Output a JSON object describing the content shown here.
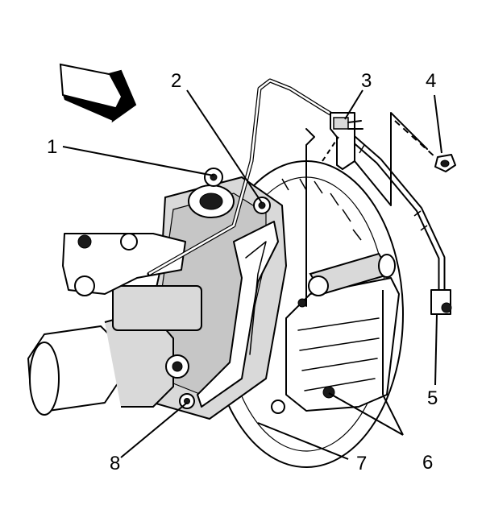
{
  "callouts": [
    {
      "id": "1",
      "label": "1"
    },
    {
      "id": "2",
      "label": "2"
    },
    {
      "id": "3",
      "label": "3"
    },
    {
      "id": "4",
      "label": "4"
    },
    {
      "id": "5",
      "label": "5"
    },
    {
      "id": "6",
      "label": "6"
    },
    {
      "id": "7",
      "label": "7"
    },
    {
      "id": "8",
      "label": "8"
    }
  ],
  "icons": {
    "direction_arrow": "direction-arrow-icon"
  }
}
